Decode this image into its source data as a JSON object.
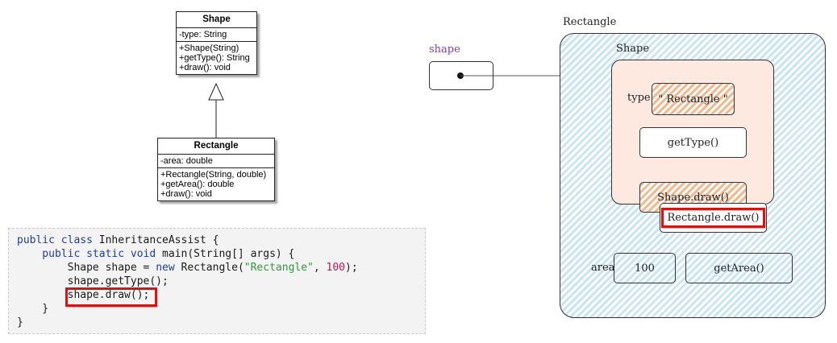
{
  "uml": {
    "shape": {
      "title": "Shape",
      "attributes": [
        "-type: String"
      ],
      "methods": [
        "+Shape(String)",
        "+getType(): String",
        "+draw(): void"
      ]
    },
    "rectangle": {
      "title": "Rectangle",
      "attributes": [
        "-area: double"
      ],
      "methods": [
        "+Rectangle(String, double)",
        "+getArea(): double",
        "+draw(): void"
      ]
    }
  },
  "code": {
    "line1_a": "public class ",
    "line1_b": "InheritanceAssist {",
    "line2_a": "    public static void ",
    "line2_b": "main(String[] args) {",
    "line3_a": "        Shape shape = ",
    "line3_kw": "new ",
    "line3_b": "Rectangle(",
    "line3_str": "\"Rectangle\"",
    "line3_c": ", ",
    "line3_num": "100",
    "line3_d": ");",
    "line4": "        shape.getType();",
    "line5": "        shape.draw();",
    "line6": "    }",
    "line7": "}"
  },
  "memory": {
    "variable_label": "shape",
    "outer_label": "Rectangle",
    "inner_label": "Shape",
    "type_label": "type",
    "type_value": "\" Rectangle \"",
    "get_type": "getType()",
    "shape_draw": "Shape.draw()",
    "rectangle_draw": "Rectangle.draw()",
    "area_label": "area",
    "area_value": "100",
    "get_area": "getArea()"
  },
  "colors": {
    "highlight": "#e01010",
    "variable_label": "#7b3fa0",
    "hatch_blue": "#c9e4f5",
    "hatch_orange": "#f4b98f",
    "shape_fill": "#fde9df"
  }
}
